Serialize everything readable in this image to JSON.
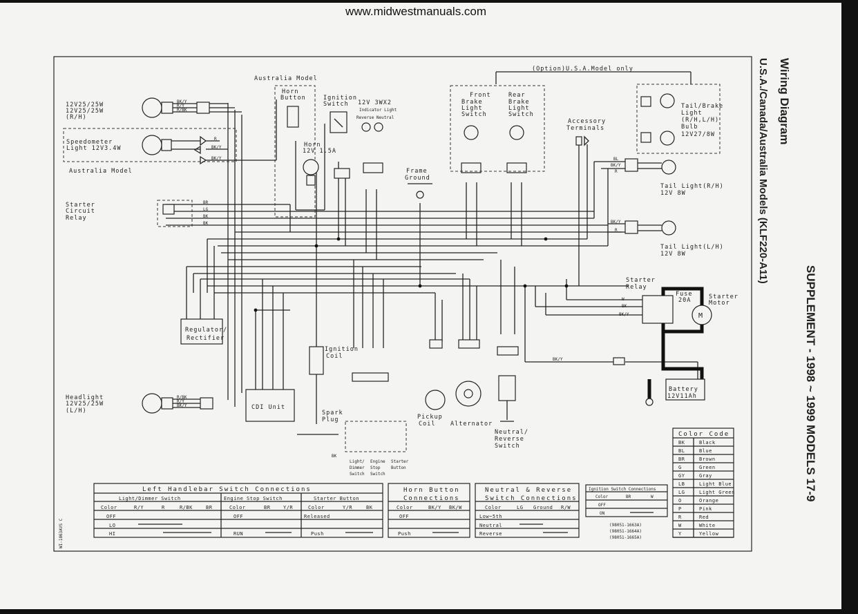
{
  "url": "www.midwestmanuals.com",
  "side_header": {
    "title": "Wiring Diagram",
    "subtitle": "U.S.A./Canada/Australia Models (KLF220-A11)",
    "supplement": "SUPPLEMENT - 1998 ~ 1999 MODELS 17-9"
  },
  "diagram_code": "WI-1863AVS C",
  "labels": {
    "australia_model_top": "Australia Model",
    "option_usa": "(Option)U.S.A.Model only",
    "headlight_rh": [
      "12V25/25W",
      "12V25/25W",
      "(R/H)"
    ],
    "speedometer": [
      "Speedometer",
      "Light 12V3.4W"
    ],
    "australia_model_mid": "Australia Model",
    "horn_button": [
      "Horn",
      "Button"
    ],
    "ignition_switch": [
      "Ignition",
      "Switch"
    ],
    "indicator_light": [
      "12V 3WX2",
      "Indicator Light",
      "Reverse Neutral"
    ],
    "horn": [
      "Horn",
      "12V 1.5A"
    ],
    "front_brake": [
      "Front",
      "Brake",
      "Light",
      "Switch"
    ],
    "rear_brake": [
      "Rear",
      "Brake",
      "Light",
      "Switch"
    ],
    "accessory": [
      "Accessory",
      "Terminals"
    ],
    "tail_brake": [
      "Tail/Brake",
      "Light",
      "(R/H,L/H)",
      "Bulb",
      "12V27/8W"
    ],
    "tail_rh": [
      "Tail Light(R/H)",
      "12V 8W"
    ],
    "tail_lh": [
      "Tail Light(L/H)",
      "12V 8W"
    ],
    "frame_ground": [
      "Frame",
      "Ground"
    ],
    "starter_circuit_relay": [
      "Starter",
      "Circuit",
      "Relay"
    ],
    "starter_relay": [
      "Starter",
      "Relay"
    ],
    "fuse": [
      "Fuse",
      "20A"
    ],
    "starter_motor": [
      "Starter",
      "Motor"
    ],
    "battery": [
      "Battery",
      "12V11Ah"
    ],
    "regulator": [
      "Regulator/",
      "Rectifier"
    ],
    "ignition_coil": [
      "Ignition",
      "Coil"
    ],
    "headlight_lh": [
      "Headlight",
      "12V25/25W",
      "(L/H)"
    ],
    "cdi_unit": "CDI Unit",
    "spark_plug": [
      "Spark",
      "Plug"
    ],
    "pickup_coil": [
      "Pickup",
      "Coil"
    ],
    "alternator": "Alternator",
    "neutral_reverse": [
      "Neutral/",
      "Reverse",
      "Switch"
    ],
    "switch_group": [
      "Light/",
      "Dimmer",
      "Switch"
    ],
    "engine_stop": [
      "Engine",
      "Stop",
      "Switch"
    ],
    "starter_button": [
      "Starter",
      "Button"
    ],
    "bk": "BK"
  },
  "wire_codes": {
    "hl_rh": [
      "BK/Y",
      "R/Y",
      "R/BK"
    ],
    "hl_lh": [
      "R/BK",
      "R/Y",
      "BK/Y"
    ],
    "speedo": [
      "R",
      "BK/Y",
      "BK/Y"
    ],
    "scr": [
      "BR",
      "LG",
      "BK",
      "BK"
    ],
    "tail_rh": [
      "BL",
      "BK/Y",
      "R"
    ],
    "tail_lh": [
      "BK/Y",
      "R"
    ],
    "starter_relay": [
      "W",
      "BK",
      "BK/Y"
    ],
    "bk_y": "BK/Y"
  },
  "tables": {
    "left_handlebar": {
      "title": "Left Handlebar Switch Connections",
      "groups": [
        "Light/Dimmer Switch",
        "Engine Stop Switch",
        "Starter Button"
      ],
      "cols_light": [
        "Color",
        "R/Y",
        "R",
        "R/BK",
        "BR"
      ],
      "rows_light": [
        "OFF",
        "LO",
        "HI"
      ],
      "cols_engine": [
        "Color",
        "BR",
        "Y/R"
      ],
      "rows_engine": [
        "OFF",
        "",
        "RUN"
      ],
      "cols_starter": [
        "Color",
        "Y/R",
        "BK"
      ],
      "rows_starter": [
        "Released",
        "",
        "Push"
      ]
    },
    "horn_button": {
      "title": [
        "Horn Button",
        "Connections"
      ],
      "cols": [
        "Color",
        "BK/Y",
        "BK/W"
      ],
      "rows": [
        "OFF",
        "",
        "Push"
      ]
    },
    "neutral_reverse": {
      "title": [
        "Neutral & Reverse",
        "Switch Connections"
      ],
      "cols": [
        "Color",
        "LG",
        "Ground",
        "R/W"
      ],
      "rows": [
        "Low~5th",
        "Neutral",
        "Reverse"
      ]
    },
    "ignition_switch": {
      "title": "Ignition Switch Connections",
      "cols": [
        "Color",
        "BR",
        "W"
      ],
      "rows": [
        "OFF",
        "ON"
      ]
    },
    "part_numbers": [
      "(98051-1663A)",
      "(98051-1664A)",
      "(98051-1665A)"
    ],
    "color_code": {
      "title": "Color Code",
      "rows": [
        [
          "BK",
          "Black"
        ],
        [
          "BL",
          "Blue"
        ],
        [
          "BR",
          "Brown"
        ],
        [
          "G",
          "Green"
        ],
        [
          "GY",
          "Gray"
        ],
        [
          "LB",
          "Light Blue"
        ],
        [
          "LG",
          "Light Green"
        ],
        [
          "O",
          "Orange"
        ],
        [
          "P",
          "Pink"
        ],
        [
          "R",
          "Red"
        ],
        [
          "W",
          "White"
        ],
        [
          "Y",
          "Yellow"
        ]
      ]
    }
  }
}
